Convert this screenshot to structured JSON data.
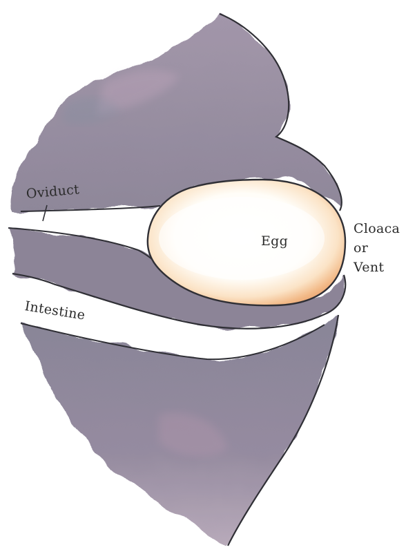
{
  "diagram": {
    "labels": {
      "oviduct": "Oviduct",
      "intestine": "Intestine",
      "egg": "Egg",
      "cloaca": "Cloaca",
      "or": "or",
      "vent": "Vent"
    },
    "colors": {
      "tissue": "#8c8295",
      "tissue_shadow": "#6f6a80",
      "tissue_highlight": "#b7a2b8",
      "egg_shell": "#f4c69a",
      "egg_highlight": "#fffdf8",
      "outline": "#2f2f35"
    }
  }
}
